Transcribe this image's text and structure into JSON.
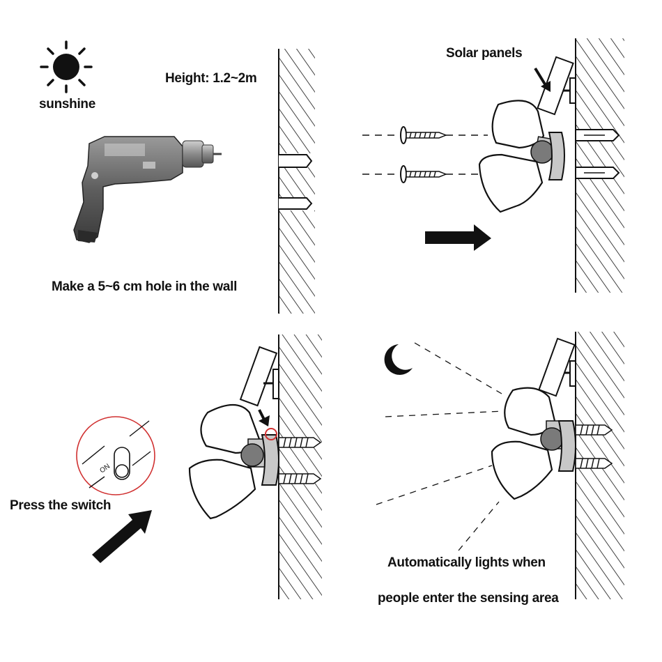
{
  "panels": {
    "step1": {
      "sun_label": "sunshine",
      "height_label": "Height: 1.2~2m",
      "hole_label": "Make a 5~6 cm hole in the wall"
    },
    "step2": {
      "panel_label": "Solar panels"
    },
    "step3": {
      "switch_label": "Press the switch",
      "switch_text": "ON"
    },
    "step4": {
      "caption_line1": "Automatically lights when",
      "caption_line2": "people enter the sensing area"
    }
  },
  "colors": {
    "ink": "#111111",
    "lamp_fill": "#ffffff",
    "bracket": "#c8c8c8",
    "sensor": "#7a7a7a",
    "switch_circle": "#d03030"
  },
  "icons": [
    "sun-icon",
    "drill-icon",
    "moon-icon",
    "arrow-icon",
    "screw-icon",
    "switch-icon",
    "wall-icon"
  ]
}
